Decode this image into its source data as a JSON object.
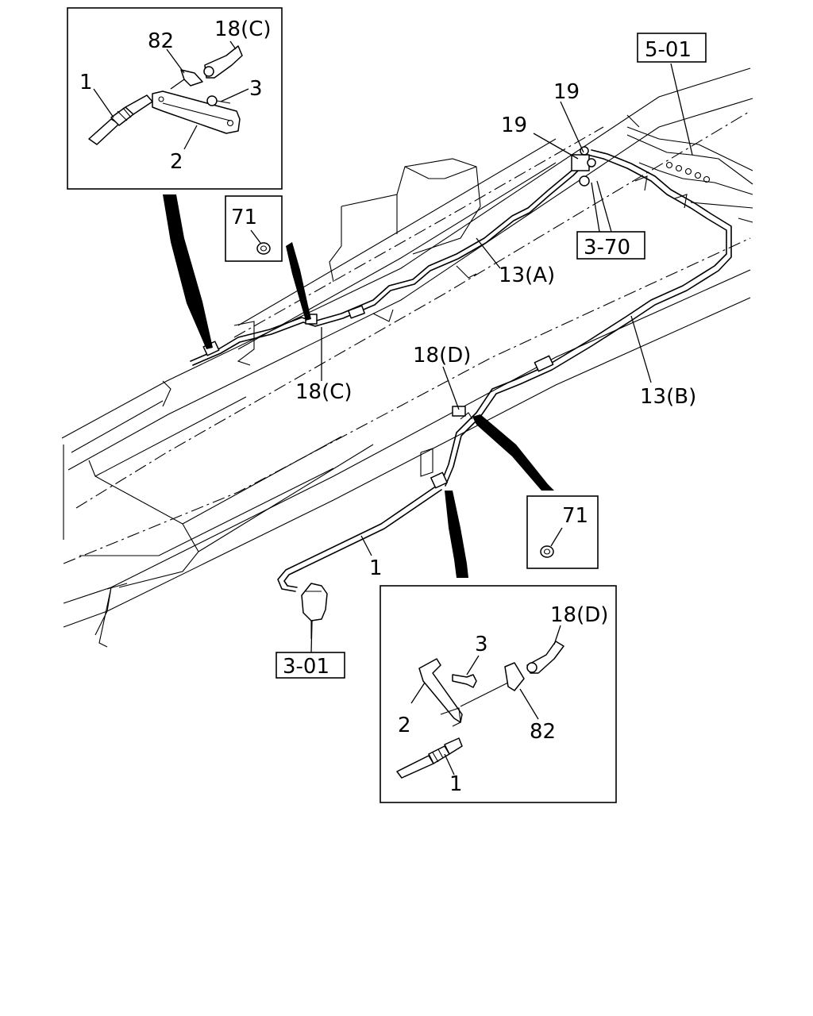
{
  "labels": {
    "l_82_top": "82",
    "l_18c_top": "18(C)",
    "l_1_top": "1",
    "l_3_top": "3",
    "l_2_top": "2",
    "l_5_01": "5-01",
    "l_19_a": "19",
    "l_19_b": "19",
    "l_71_left": "71",
    "l_3_70": "3-70",
    "l_13a": "13(A)",
    "l_18c_main": "18(C)",
    "l_18d_main": "18(D)",
    "l_13b": "13(B)",
    "l_71_right": "71",
    "l_1_main": "1",
    "l_3_01": "3-01",
    "l_18d_bot": "18(D)",
    "l_3_bot": "3",
    "l_2_bot": "2",
    "l_82_bot": "82",
    "l_1_bot": "1"
  }
}
